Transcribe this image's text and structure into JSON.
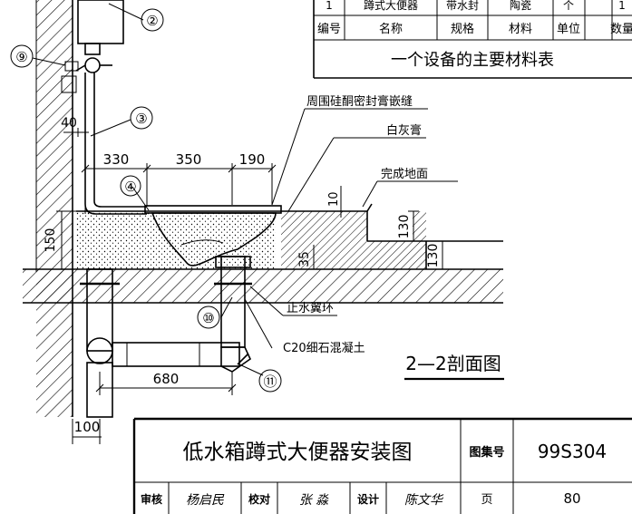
{
  "materials_table": {
    "top_row": {
      "item_no": "1",
      "name": "蹲式大便器",
      "spec": "带水封",
      "material": "陶瓷",
      "unit": "个",
      "qty": "1"
    },
    "header": {
      "item_no": "编号",
      "name": "名称",
      "spec": "规格",
      "material": "材料",
      "unit": "单位",
      "qty": "数量"
    },
    "caption": "一个设备的主要材料表"
  },
  "callouts": {
    "c2": "②",
    "c3": "③",
    "c4": "④",
    "c9": "⑨",
    "c10": "⑩",
    "c11": "⑪"
  },
  "notes": {
    "sealant": "周围硅酮密封膏嵌缝",
    "lime_putty": "白灰膏",
    "finished_floor": "完成地面",
    "water_stop_ring": "止水翼环",
    "concrete": "C20细石混凝土"
  },
  "dimensions": {
    "d40": "40",
    "d330": "330",
    "d350": "350",
    "d190": "190",
    "d10": "10",
    "d150": "150",
    "d130a": "130",
    "d130b": "130",
    "d35": "35",
    "d680": "680",
    "d100": "100"
  },
  "section_title": "2—2剖面图",
  "title_block": {
    "drawing_title": "低水箱蹲式大便器安装图",
    "atlas_label": "图集号",
    "atlas_no": "99S304",
    "page_label": "页",
    "page_no": "80",
    "review_label": "审核",
    "reviewer": "杨启民",
    "check_label": "校对",
    "checker": "张 淼",
    "design_label": "设计",
    "designer": "陈文华"
  }
}
